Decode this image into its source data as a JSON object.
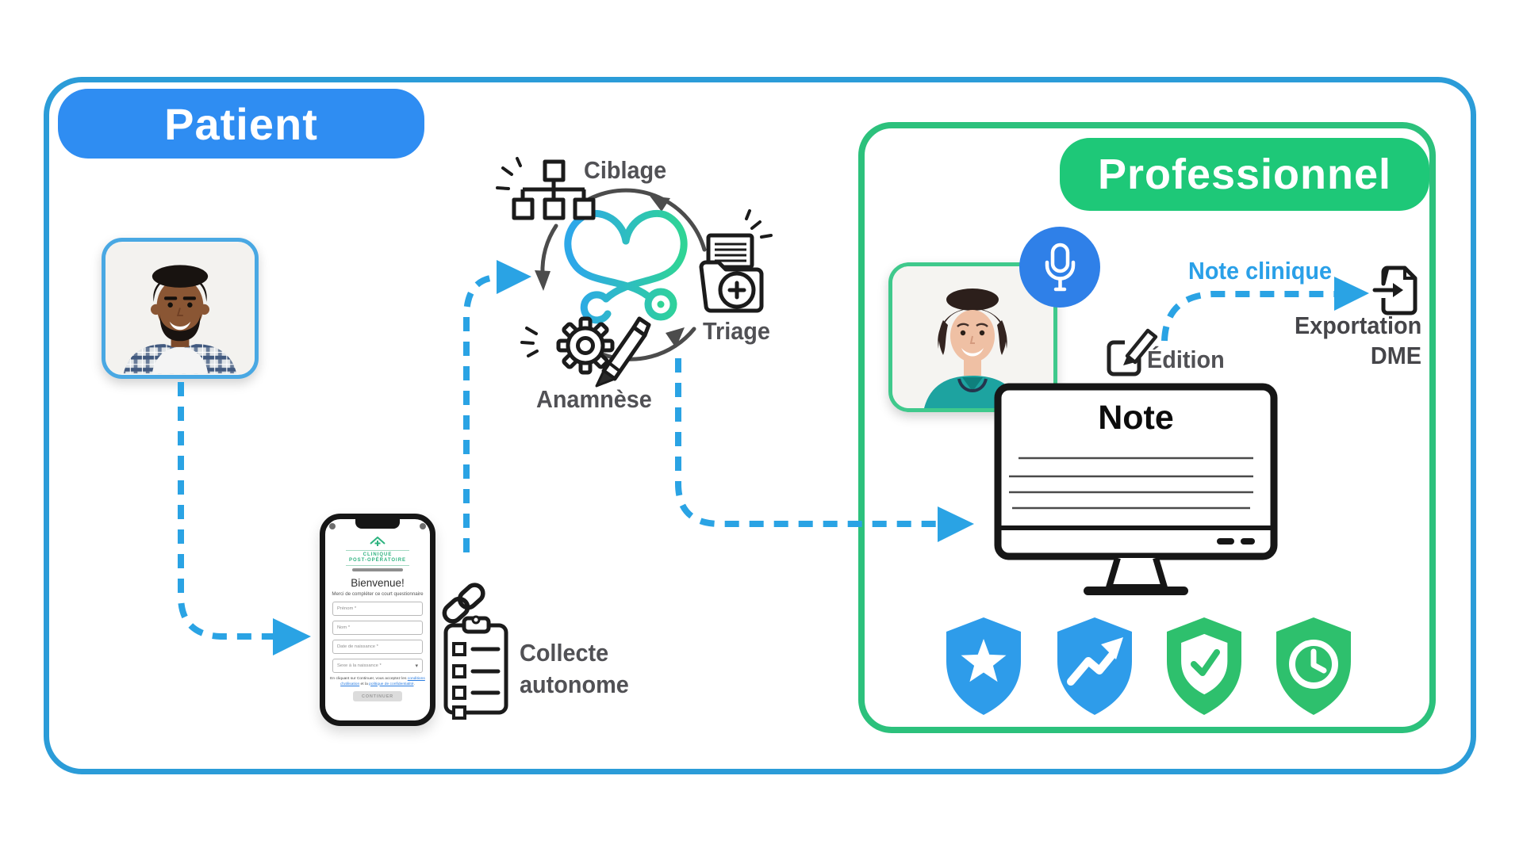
{
  "patient": {
    "title": "Patient"
  },
  "professional": {
    "title": "Professionnel",
    "edition": "Édition",
    "note_clinique": "Note clinique",
    "exportation": "Exportation",
    "dme": "DME"
  },
  "cycle": {
    "ciblage": "Ciblage",
    "triage": "Triage",
    "anamnese": "Anamnèse"
  },
  "collecte": {
    "line1": "Collecte",
    "line2": "autonome"
  },
  "monitor": {
    "title": "Note"
  },
  "phone": {
    "logo_line1": "CLINIQUE",
    "logo_line2": "POST-OPÉRATOIRE",
    "welcome": "Bienvenue!",
    "subtitle": "Merci de compléter ce court questionnaire",
    "fields": [
      {
        "label": "Prénom *"
      },
      {
        "label": "Nom *"
      },
      {
        "label": "Date de naissance *"
      },
      {
        "label": "Sexe à la naissance *"
      }
    ],
    "consent": {
      "prefix": "En cliquant sur Continuer, vous acceptez les ",
      "link1": "conditions d'utilisation",
      "mid": " et la ",
      "link2": "politique de confidentialité",
      "suffix": "."
    },
    "button": "CONTINUER"
  },
  "colors": {
    "outer_border_blue": "#2b9cd8",
    "patient_pill_blue": "#2f8df2",
    "professional_pill_green": "#1ec878",
    "professional_border_green": "#2cc17c",
    "arrow_blue": "#2aa3e4",
    "mic_circle_blue": "#2f80e8",
    "shield_blue": "#2e9cea",
    "shield_green": "#2ec06d",
    "label_gray": "#515155",
    "note_clinique_blue": "#2aa0e8",
    "heart_gradient_start": "#2da8e8",
    "heart_gradient_end": "#2fd496"
  }
}
